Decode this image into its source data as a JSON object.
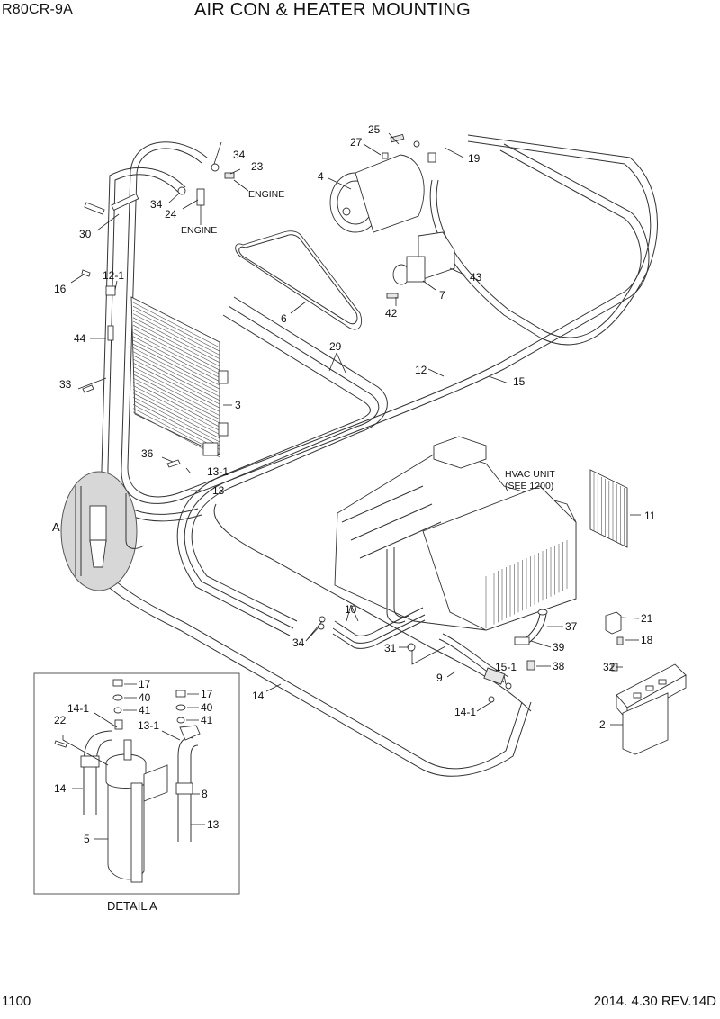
{
  "header": {
    "model": "R80CR-9A",
    "title": "AIR CON & HEATER MOUNTING"
  },
  "footer": {
    "page_number": "1100",
    "revision": "2014. 4.30  REV.14D"
  },
  "notes": {
    "engine_1": "ENGINE",
    "engine_2": "ENGINE",
    "hvac_unit_line1": "HVAC UNIT",
    "hvac_unit_line2": "(SEE 1200)",
    "detail_marker": "A",
    "detail_title": "DETAIL A"
  },
  "callouts": {
    "c2": "2",
    "c3": "3",
    "c4": "4",
    "c5": "5",
    "c6": "6",
    "c7": "7",
    "c8": "8",
    "c9": "9",
    "c10": "10",
    "c11": "11",
    "c12": "12",
    "c12_1": "12-1",
    "c13_main": "13",
    "c13_detail": "13",
    "c13_1_main": "13-1",
    "c13_1_detail": "13-1",
    "c14_main": "14",
    "c14_detail": "14",
    "c14_1_main": "14-1",
    "c14_1_detail": "14-1",
    "c15": "15",
    "c15_1": "15-1",
    "c16": "16",
    "c17_a": "17",
    "c17_b": "17",
    "c18": "18",
    "c19": "19",
    "c21": "21",
    "c22": "22",
    "c23": "23",
    "c24": "24",
    "c25": "25",
    "c27": "27",
    "c29": "29",
    "c30": "30",
    "c31": "31",
    "c32": "32",
    "c33": "33",
    "c34_a": "34",
    "c34_b": "34",
    "c34_c": "34",
    "c36": "36",
    "c37": "37",
    "c38": "38",
    "c39": "39",
    "c40_a": "40",
    "c40_b": "40",
    "c41_a": "41",
    "c41_b": "41",
    "c42": "42",
    "c43": "43",
    "c44": "44"
  }
}
